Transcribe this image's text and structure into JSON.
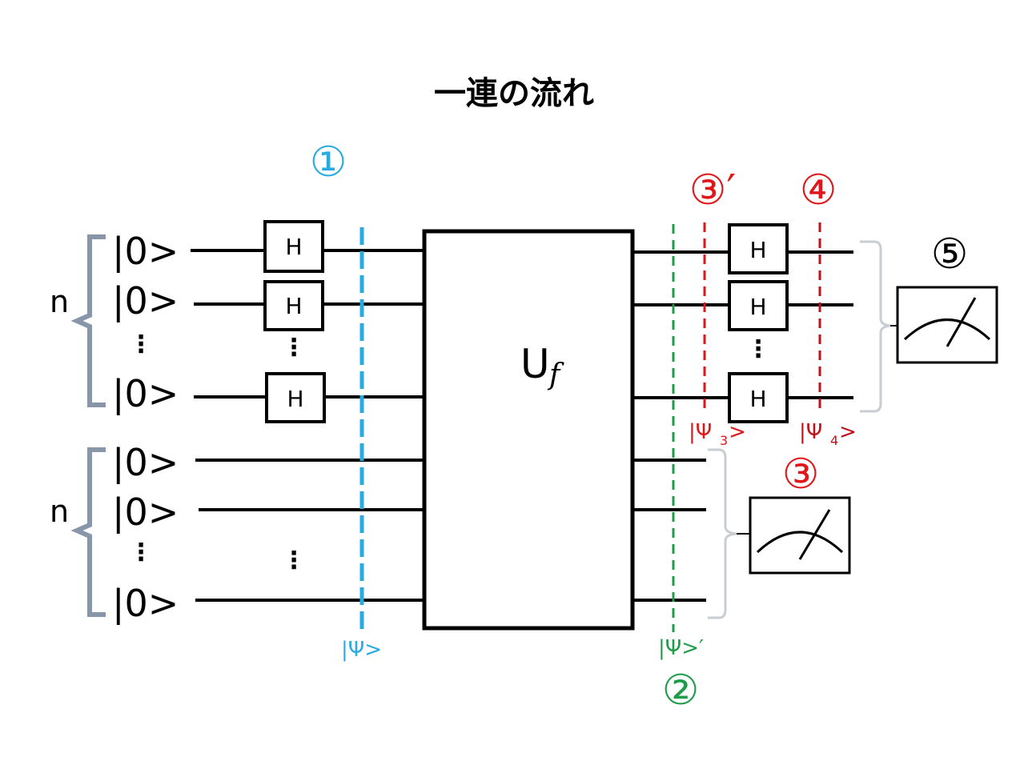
{
  "title": "一連の流れ",
  "register_label": "n",
  "ket_zero": "|0>",
  "vdots": "⋮",
  "hadamard_label": "H",
  "oracle": {
    "label": "U",
    "subscript": "f"
  },
  "markers": {
    "m1": "①",
    "m2": "②",
    "m3": "③",
    "m3_prime": "③′",
    "m4": "④",
    "m5": "⑤"
  },
  "states": {
    "psi": "|Ψ>",
    "psi_prime": "|Ψ>′",
    "psi3_main": "|Ψ",
    "psi3_sub": "3",
    "psi4_main": "|Ψ",
    "psi4_sub": "4",
    "close": ">"
  },
  "colors": {
    "cyan": "#29aae1",
    "green": "#1f9c4a",
    "red": "#e0161b",
    "darkred": "#c0111a",
    "brace_gray": "#8796a8",
    "brace_light": "#c8cdd3"
  },
  "icons": [
    "meter-icon"
  ]
}
